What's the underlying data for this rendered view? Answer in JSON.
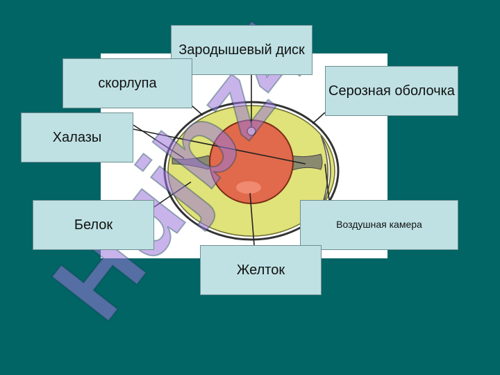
{
  "labels": {
    "zarodyshevyi_disk": "Зародышевый диск",
    "skorlupa": "скорлупа",
    "seroznaya_obolochka": "Серозная оболочка",
    "khalazy": "Халазы",
    "belok": "Белок",
    "vozdushnaya_kamera": "Воздушная камера",
    "zheltok": "Желток"
  },
  "watermark": {
    "text": "Hujbz4"
  },
  "colors": {
    "background": "#016465",
    "panel": "#ffffff",
    "label_fill": "#bfe1e4",
    "albumen": "#e0e27a",
    "yolk": "#e06a4b",
    "watermark": "#9a77d8"
  }
}
